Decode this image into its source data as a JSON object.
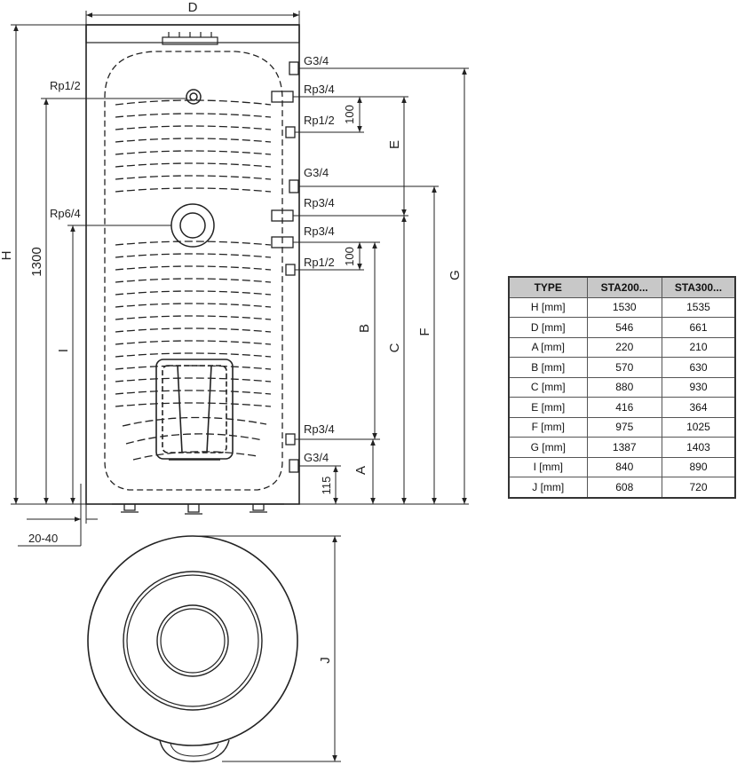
{
  "labels": {
    "top_dim": "D",
    "height_dim": "H",
    "dim_1300": "1300",
    "dim_I": "I",
    "rp1_2_left": "Rp1/2",
    "rp6_4": "Rp6/4",
    "conn_g34_top": "G3/4",
    "conn_rp34_1": "Rp3/4",
    "conn_rp12_1": "Rp1/2",
    "conn_g34_mid": "G3/4",
    "conn_rp34_2": "Rp3/4",
    "conn_rp34_3": "Rp3/4",
    "conn_rp12_2": "Rp1/2",
    "conn_rp34_4": "Rp3/4",
    "conn_g34_bot": "G3/4",
    "dim_100_top": "100",
    "dim_100_mid": "100",
    "dim_115": "115",
    "dim_A": "A",
    "dim_B": "B",
    "dim_C": "C",
    "dim_E": "E",
    "dim_F": "F",
    "dim_G": "G",
    "dim_feet": "20-40",
    "dim_J": "J"
  },
  "table": {
    "headers": [
      "TYPE",
      "STA200...",
      "STA300..."
    ],
    "rows": [
      [
        "H [mm]",
        "1530",
        "1535"
      ],
      [
        "D [mm]",
        "546",
        "661"
      ],
      [
        "A [mm]",
        "220",
        "210"
      ],
      [
        "B [mm]",
        "570",
        "630"
      ],
      [
        "C [mm]",
        "880",
        "930"
      ],
      [
        "E [mm]",
        "416",
        "364"
      ],
      [
        "F [mm]",
        "975",
        "1025"
      ],
      [
        "G [mm]",
        "1387",
        "1403"
      ],
      [
        "I [mm]",
        "840",
        "890"
      ],
      [
        "J [mm]",
        "608",
        "720"
      ]
    ]
  }
}
